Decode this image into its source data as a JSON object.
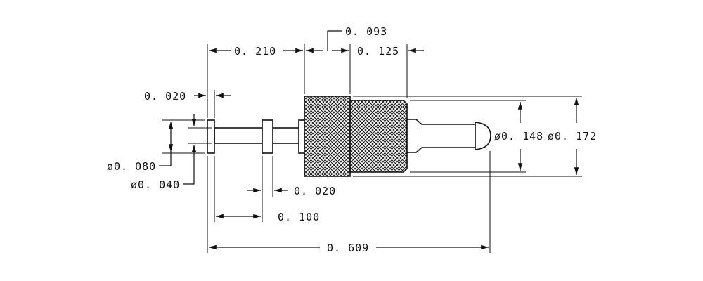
{
  "drawing": {
    "title": "",
    "dimensions": {
      "total_length": "0. 609",
      "head_to_knurl": "0. 210",
      "knurl_width": "0. 093",
      "body_to_tip": "0. 125",
      "flange_thickness": "0. 020",
      "collar_thickness": "0. 020",
      "flange_to_collar": "0. 100",
      "flange_diameter": "ø0. 080",
      "shank_diameter": "ø0. 040",
      "body_diameter": "ø0. 148",
      "knurl_diameter": "ø0. 172"
    },
    "colors": {
      "ink": "#111111",
      "paper": "#ffffff"
    }
  }
}
